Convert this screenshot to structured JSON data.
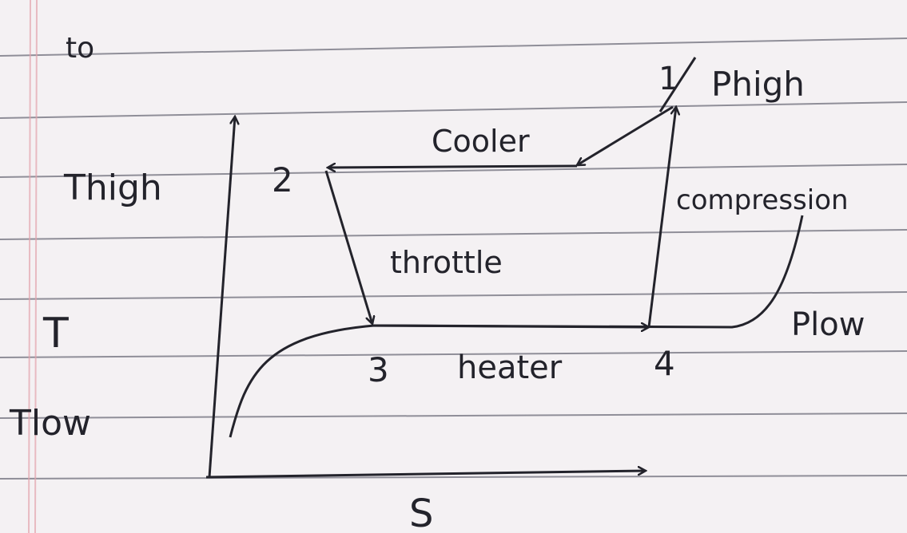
{
  "page": {
    "corner_mark": "to",
    "ink_color": "#23232b",
    "paper_color": "#f4f1f3",
    "rule_color": "#6e6e7a",
    "margin_color": "#e3a3ad"
  },
  "diagram": {
    "axes": {
      "y_label": "T",
      "x_label": "S",
      "t_high": "Thigh",
      "t_low": "Tlow"
    },
    "states": [
      "1",
      "2",
      "3",
      "4"
    ],
    "processes": {
      "cooler": "Cooler",
      "throttle": "throttle",
      "heater": "heater",
      "compressor": "compression"
    },
    "pressures": {
      "high": "Phigh",
      "low": "Plow"
    }
  }
}
